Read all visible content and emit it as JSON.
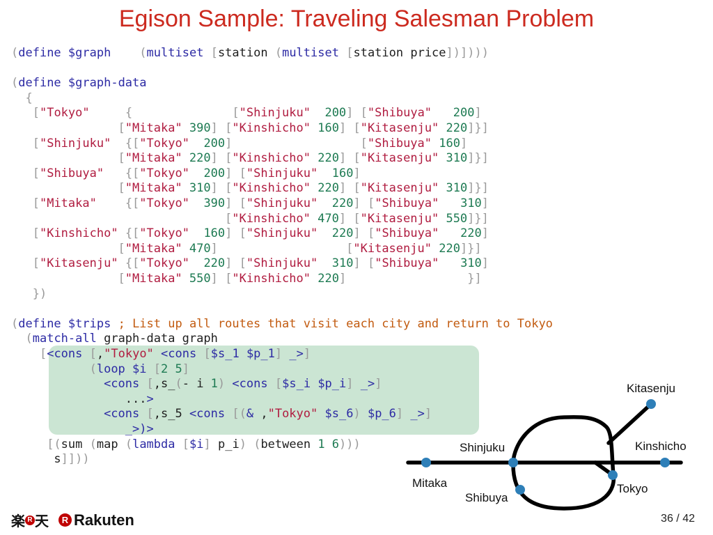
{
  "slide": {
    "title": "Egison Sample: Traveling Salesman Problem",
    "page_current": "36",
    "page_separator": "/",
    "page_total": "42"
  },
  "code_lines": [
    [
      [
        "p",
        "("
      ],
      [
        "k",
        "define"
      ],
      [
        "t",
        " "
      ],
      [
        "v",
        "$graph"
      ],
      [
        "t",
        "    "
      ],
      [
        "p",
        "("
      ],
      [
        "k",
        "multiset"
      ],
      [
        "t",
        " "
      ],
      [
        "p",
        "["
      ],
      [
        "t",
        "station "
      ],
      [
        "p",
        "("
      ],
      [
        "k",
        "multiset"
      ],
      [
        "t",
        " "
      ],
      [
        "p",
        "["
      ],
      [
        "t",
        "station price"
      ],
      [
        "p",
        "])])))"
      ]
    ],
    [],
    [
      [
        "p",
        "("
      ],
      [
        "k",
        "define"
      ],
      [
        "t",
        " "
      ],
      [
        "v",
        "$graph-data"
      ]
    ],
    [
      [
        "t",
        "  "
      ],
      [
        "p",
        "{"
      ]
    ],
    [
      [
        "t",
        "   "
      ],
      [
        "p",
        "["
      ],
      [
        "s",
        "\"Tokyo\""
      ],
      [
        "t",
        "     "
      ],
      [
        "p",
        "{"
      ],
      [
        "t",
        "              "
      ],
      [
        "p",
        "["
      ],
      [
        "s",
        "\"Shinjuku\""
      ],
      [
        "t",
        "  "
      ],
      [
        "n",
        "200"
      ],
      [
        "p",
        "]"
      ],
      [
        "t",
        " "
      ],
      [
        "p",
        "["
      ],
      [
        "s",
        "\"Shibuya\""
      ],
      [
        "t",
        "   "
      ],
      [
        "n",
        "200"
      ],
      [
        "p",
        "]"
      ]
    ],
    [
      [
        "t",
        "               "
      ],
      [
        "p",
        "["
      ],
      [
        "s",
        "\"Mitaka\""
      ],
      [
        "t",
        " "
      ],
      [
        "n",
        "390"
      ],
      [
        "p",
        "]"
      ],
      [
        "t",
        " "
      ],
      [
        "p",
        "["
      ],
      [
        "s",
        "\"Kinshicho\""
      ],
      [
        "t",
        " "
      ],
      [
        "n",
        "160"
      ],
      [
        "p",
        "]"
      ],
      [
        "t",
        " "
      ],
      [
        "p",
        "["
      ],
      [
        "s",
        "\"Kitasenju\""
      ],
      [
        "t",
        " "
      ],
      [
        "n",
        "220"
      ],
      [
        "p",
        "]}]"
      ]
    ],
    [
      [
        "t",
        "   "
      ],
      [
        "p",
        "["
      ],
      [
        "s",
        "\"Shinjuku\""
      ],
      [
        "t",
        "  "
      ],
      [
        "p",
        "{["
      ],
      [
        "s",
        "\"Tokyo\""
      ],
      [
        "t",
        "  "
      ],
      [
        "n",
        "200"
      ],
      [
        "p",
        "]"
      ],
      [
        "t",
        "                  "
      ],
      [
        "p",
        "["
      ],
      [
        "s",
        "\"Shibuya\""
      ],
      [
        "t",
        " "
      ],
      [
        "n",
        "160"
      ],
      [
        "p",
        "]"
      ]
    ],
    [
      [
        "t",
        "               "
      ],
      [
        "p",
        "["
      ],
      [
        "s",
        "\"Mitaka\""
      ],
      [
        "t",
        " "
      ],
      [
        "n",
        "220"
      ],
      [
        "p",
        "]"
      ],
      [
        "t",
        " "
      ],
      [
        "p",
        "["
      ],
      [
        "s",
        "\"Kinshicho\""
      ],
      [
        "t",
        " "
      ],
      [
        "n",
        "220"
      ],
      [
        "p",
        "]"
      ],
      [
        "t",
        " "
      ],
      [
        "p",
        "["
      ],
      [
        "s",
        "\"Kitasenju\""
      ],
      [
        "t",
        " "
      ],
      [
        "n",
        "310"
      ],
      [
        "p",
        "]}]"
      ]
    ],
    [
      [
        "t",
        "   "
      ],
      [
        "p",
        "["
      ],
      [
        "s",
        "\"Shibuya\""
      ],
      [
        "t",
        "   "
      ],
      [
        "p",
        "{["
      ],
      [
        "s",
        "\"Tokyo\""
      ],
      [
        "t",
        "  "
      ],
      [
        "n",
        "200"
      ],
      [
        "p",
        "]"
      ],
      [
        "t",
        " "
      ],
      [
        "p",
        "["
      ],
      [
        "s",
        "\"Shinjuku\""
      ],
      [
        "t",
        "  "
      ],
      [
        "n",
        "160"
      ],
      [
        "p",
        "]"
      ]
    ],
    [
      [
        "t",
        "               "
      ],
      [
        "p",
        "["
      ],
      [
        "s",
        "\"Mitaka\""
      ],
      [
        "t",
        " "
      ],
      [
        "n",
        "310"
      ],
      [
        "p",
        "]"
      ],
      [
        "t",
        " "
      ],
      [
        "p",
        "["
      ],
      [
        "s",
        "\"Kinshicho\""
      ],
      [
        "t",
        " "
      ],
      [
        "n",
        "220"
      ],
      [
        "p",
        "]"
      ],
      [
        "t",
        " "
      ],
      [
        "p",
        "["
      ],
      [
        "s",
        "\"Kitasenju\""
      ],
      [
        "t",
        " "
      ],
      [
        "n",
        "310"
      ],
      [
        "p",
        "]}]"
      ]
    ],
    [
      [
        "t",
        "   "
      ],
      [
        "p",
        "["
      ],
      [
        "s",
        "\"Mitaka\""
      ],
      [
        "t",
        "    "
      ],
      [
        "p",
        "{["
      ],
      [
        "s",
        "\"Tokyo\""
      ],
      [
        "t",
        "  "
      ],
      [
        "n",
        "390"
      ],
      [
        "p",
        "]"
      ],
      [
        "t",
        " "
      ],
      [
        "p",
        "["
      ],
      [
        "s",
        "\"Shinjuku\""
      ],
      [
        "t",
        "  "
      ],
      [
        "n",
        "220"
      ],
      [
        "p",
        "]"
      ],
      [
        "t",
        " "
      ],
      [
        "p",
        "["
      ],
      [
        "s",
        "\"Shibuya\""
      ],
      [
        "t",
        "   "
      ],
      [
        "n",
        "310"
      ],
      [
        "p",
        "]"
      ]
    ],
    [
      [
        "t",
        "                              "
      ],
      [
        "p",
        "["
      ],
      [
        "s",
        "\"Kinshicho\""
      ],
      [
        "t",
        " "
      ],
      [
        "n",
        "470"
      ],
      [
        "p",
        "]"
      ],
      [
        "t",
        " "
      ],
      [
        "p",
        "["
      ],
      [
        "s",
        "\"Kitasenju\""
      ],
      [
        "t",
        " "
      ],
      [
        "n",
        "550"
      ],
      [
        "p",
        "]}]"
      ]
    ],
    [
      [
        "t",
        "   "
      ],
      [
        "p",
        "["
      ],
      [
        "s",
        "\"Kinshicho\""
      ],
      [
        "t",
        " "
      ],
      [
        "p",
        "{["
      ],
      [
        "s",
        "\"Tokyo\""
      ],
      [
        "t",
        "  "
      ],
      [
        "n",
        "160"
      ],
      [
        "p",
        "]"
      ],
      [
        "t",
        " "
      ],
      [
        "p",
        "["
      ],
      [
        "s",
        "\"Shinjuku\""
      ],
      [
        "t",
        "  "
      ],
      [
        "n",
        "220"
      ],
      [
        "p",
        "]"
      ],
      [
        "t",
        " "
      ],
      [
        "p",
        "["
      ],
      [
        "s",
        "\"Shibuya\""
      ],
      [
        "t",
        "   "
      ],
      [
        "n",
        "220"
      ],
      [
        "p",
        "]"
      ]
    ],
    [
      [
        "t",
        "               "
      ],
      [
        "p",
        "["
      ],
      [
        "s",
        "\"Mitaka\""
      ],
      [
        "t",
        " "
      ],
      [
        "n",
        "470"
      ],
      [
        "p",
        "]"
      ],
      [
        "t",
        "                  "
      ],
      [
        "p",
        "["
      ],
      [
        "s",
        "\"Kitasenju\""
      ],
      [
        "t",
        " "
      ],
      [
        "n",
        "220"
      ],
      [
        "p",
        "]}]"
      ]
    ],
    [
      [
        "t",
        "   "
      ],
      [
        "p",
        "["
      ],
      [
        "s",
        "\"Kitasenju\""
      ],
      [
        "t",
        " "
      ],
      [
        "p",
        "{["
      ],
      [
        "s",
        "\"Tokyo\""
      ],
      [
        "t",
        "  "
      ],
      [
        "n",
        "220"
      ],
      [
        "p",
        "]"
      ],
      [
        "t",
        " "
      ],
      [
        "p",
        "["
      ],
      [
        "s",
        "\"Shinjuku\""
      ],
      [
        "t",
        "  "
      ],
      [
        "n",
        "310"
      ],
      [
        "p",
        "]"
      ],
      [
        "t",
        " "
      ],
      [
        "p",
        "["
      ],
      [
        "s",
        "\"Shibuya\""
      ],
      [
        "t",
        "   "
      ],
      [
        "n",
        "310"
      ],
      [
        "p",
        "]"
      ]
    ],
    [
      [
        "t",
        "               "
      ],
      [
        "p",
        "["
      ],
      [
        "s",
        "\"Mitaka\""
      ],
      [
        "t",
        " "
      ],
      [
        "n",
        "550"
      ],
      [
        "p",
        "]"
      ],
      [
        "t",
        " "
      ],
      [
        "p",
        "["
      ],
      [
        "s",
        "\"Kinshicho\""
      ],
      [
        "t",
        " "
      ],
      [
        "n",
        "220"
      ],
      [
        "p",
        "]"
      ],
      [
        "t",
        "                 "
      ],
      [
        "p",
        "}]"
      ]
    ],
    [
      [
        "t",
        "   "
      ],
      [
        "p",
        "})"
      ]
    ],
    [],
    [
      [
        "p",
        "("
      ],
      [
        "k",
        "define"
      ],
      [
        "t",
        " "
      ],
      [
        "v",
        "$trips"
      ],
      [
        "t",
        " "
      ],
      [
        "c",
        "; List up all routes that visit each city and return to Tokyo"
      ]
    ],
    [
      [
        "t",
        "  "
      ],
      [
        "p",
        "("
      ],
      [
        "k",
        "match-all"
      ],
      [
        "t",
        " graph-data graph"
      ]
    ],
    [
      [
        "t",
        "    "
      ],
      [
        "p",
        "["
      ],
      [
        "k",
        "<cons"
      ],
      [
        "t",
        " "
      ],
      [
        "p",
        "["
      ],
      [
        "t",
        ","
      ],
      [
        "s",
        "\"Tokyo\""
      ],
      [
        "t",
        " "
      ],
      [
        "k",
        "<cons"
      ],
      [
        "t",
        " "
      ],
      [
        "p",
        "["
      ],
      [
        "v",
        "$s_1"
      ],
      [
        "t",
        " "
      ],
      [
        "v",
        "$p_1"
      ],
      [
        "p",
        "]"
      ],
      [
        "t",
        " "
      ],
      [
        "v",
        "_"
      ],
      [
        "k",
        ">"
      ],
      [
        "p",
        "]"
      ]
    ],
    [
      [
        "t",
        "           "
      ],
      [
        "p",
        "("
      ],
      [
        "k",
        "loop"
      ],
      [
        "t",
        " "
      ],
      [
        "v",
        "$i"
      ],
      [
        "t",
        " "
      ],
      [
        "p",
        "["
      ],
      [
        "n",
        "2 5"
      ],
      [
        "p",
        "]"
      ]
    ],
    [
      [
        "t",
        "             "
      ],
      [
        "k",
        "<cons"
      ],
      [
        "t",
        " "
      ],
      [
        "p",
        "["
      ],
      [
        "t",
        ",s_"
      ],
      [
        "p",
        "("
      ],
      [
        "t",
        "- i "
      ],
      [
        "n",
        "1"
      ],
      [
        "p",
        ")"
      ],
      [
        "t",
        " "
      ],
      [
        "k",
        "<cons"
      ],
      [
        "t",
        " "
      ],
      [
        "p",
        "["
      ],
      [
        "v",
        "$s_i"
      ],
      [
        "t",
        " "
      ],
      [
        "v",
        "$p_i"
      ],
      [
        "p",
        "]"
      ],
      [
        "t",
        " "
      ],
      [
        "v",
        "_"
      ],
      [
        "k",
        ">"
      ],
      [
        "p",
        "]"
      ]
    ],
    [
      [
        "t",
        "                "
      ],
      [
        "t",
        "..."
      ],
      [
        "k",
        ">"
      ]
    ],
    [
      [
        "t",
        "             "
      ],
      [
        "k",
        "<cons"
      ],
      [
        "t",
        " "
      ],
      [
        "p",
        "["
      ],
      [
        "t",
        ",s_5 "
      ],
      [
        "k",
        "<cons"
      ],
      [
        "t",
        " "
      ],
      [
        "p",
        "[("
      ],
      [
        "k",
        "&"
      ],
      [
        "t",
        " ,"
      ],
      [
        "s",
        "\"Tokyo\""
      ],
      [
        "t",
        " "
      ],
      [
        "v",
        "$s_6"
      ],
      [
        "p",
        ")"
      ],
      [
        "t",
        " "
      ],
      [
        "v",
        "$p_6"
      ],
      [
        "p",
        "]"
      ],
      [
        "t",
        " "
      ],
      [
        "v",
        "_"
      ],
      [
        "k",
        ">"
      ],
      [
        "p",
        "]"
      ]
    ],
    [
      [
        "t",
        "                "
      ],
      [
        "v",
        "_"
      ],
      [
        "k",
        ">)>"
      ]
    ],
    [
      [
        "t",
        "     "
      ],
      [
        "p",
        "[("
      ],
      [
        "t",
        "sum "
      ],
      [
        "p",
        "("
      ],
      [
        "t",
        "map "
      ],
      [
        "p",
        "("
      ],
      [
        "k",
        "lambda"
      ],
      [
        "t",
        " "
      ],
      [
        "p",
        "["
      ],
      [
        "v",
        "$i"
      ],
      [
        "p",
        "]"
      ],
      [
        "t",
        " p_i"
      ],
      [
        "p",
        ")"
      ],
      [
        "t",
        " "
      ],
      [
        "p",
        "("
      ],
      [
        "t",
        "between "
      ],
      [
        "n",
        "1 6"
      ],
      [
        "p",
        ")))"
      ]
    ],
    [
      [
        "t",
        "      s"
      ],
      [
        "p",
        "]]))"
      ]
    ]
  ],
  "map": {
    "stations": [
      {
        "name": "Kitasenju"
      },
      {
        "name": "Shinjuku"
      },
      {
        "name": "Kinshicho"
      },
      {
        "name": "Mitaka"
      },
      {
        "name": "Tokyo"
      },
      {
        "name": "Shibuya"
      }
    ],
    "node_color": "#2e7fb8",
    "line_color": "#000000"
  },
  "footer": {
    "logo_jp": "楽天",
    "logo_en": "Rakuten",
    "logo_mark": "R"
  }
}
